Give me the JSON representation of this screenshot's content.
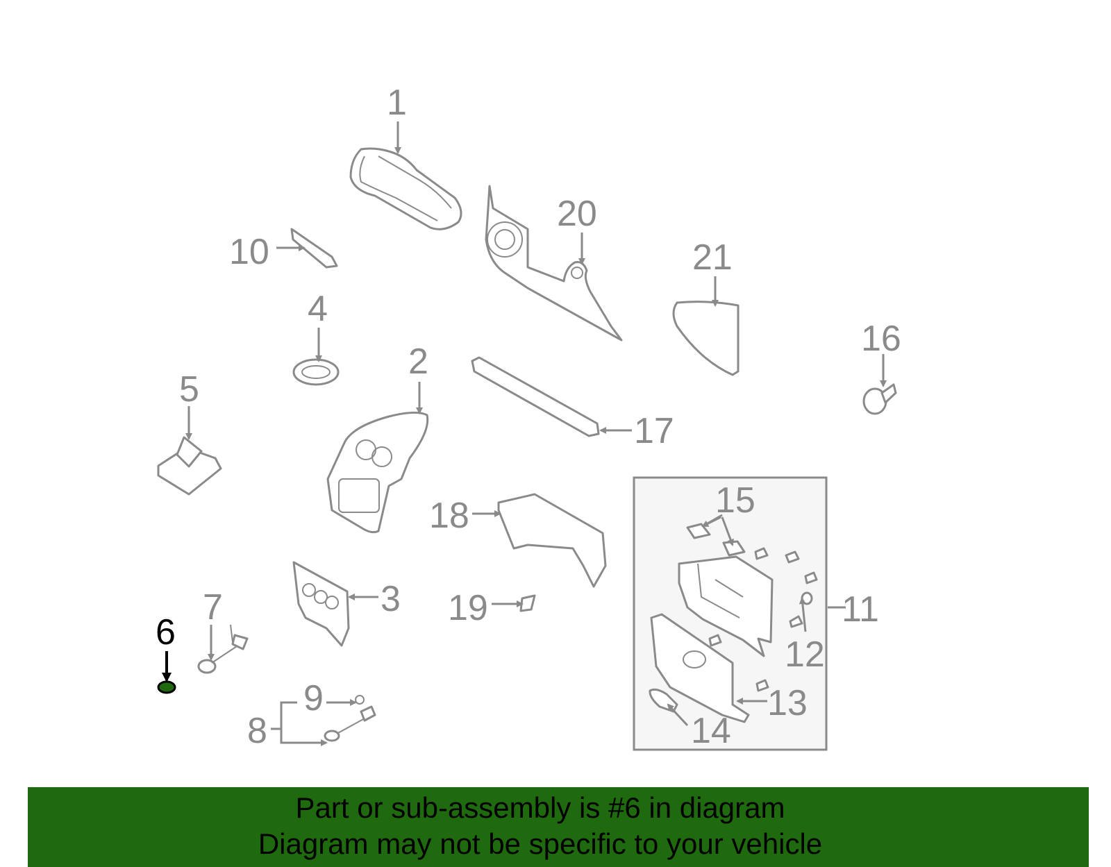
{
  "callouts": [
    "1",
    "2",
    "3",
    "4",
    "5",
    "6",
    "7",
    "8",
    "9",
    "10",
    "11",
    "12",
    "13",
    "14",
    "15",
    "16",
    "17",
    "18",
    "19",
    "20",
    "21"
  ],
  "highlight_color": "#1f6a0f",
  "banner": {
    "line1": "Part or sub-assembly is #6 in diagram",
    "line2": "Diagram may not be specific to your vehicle"
  }
}
